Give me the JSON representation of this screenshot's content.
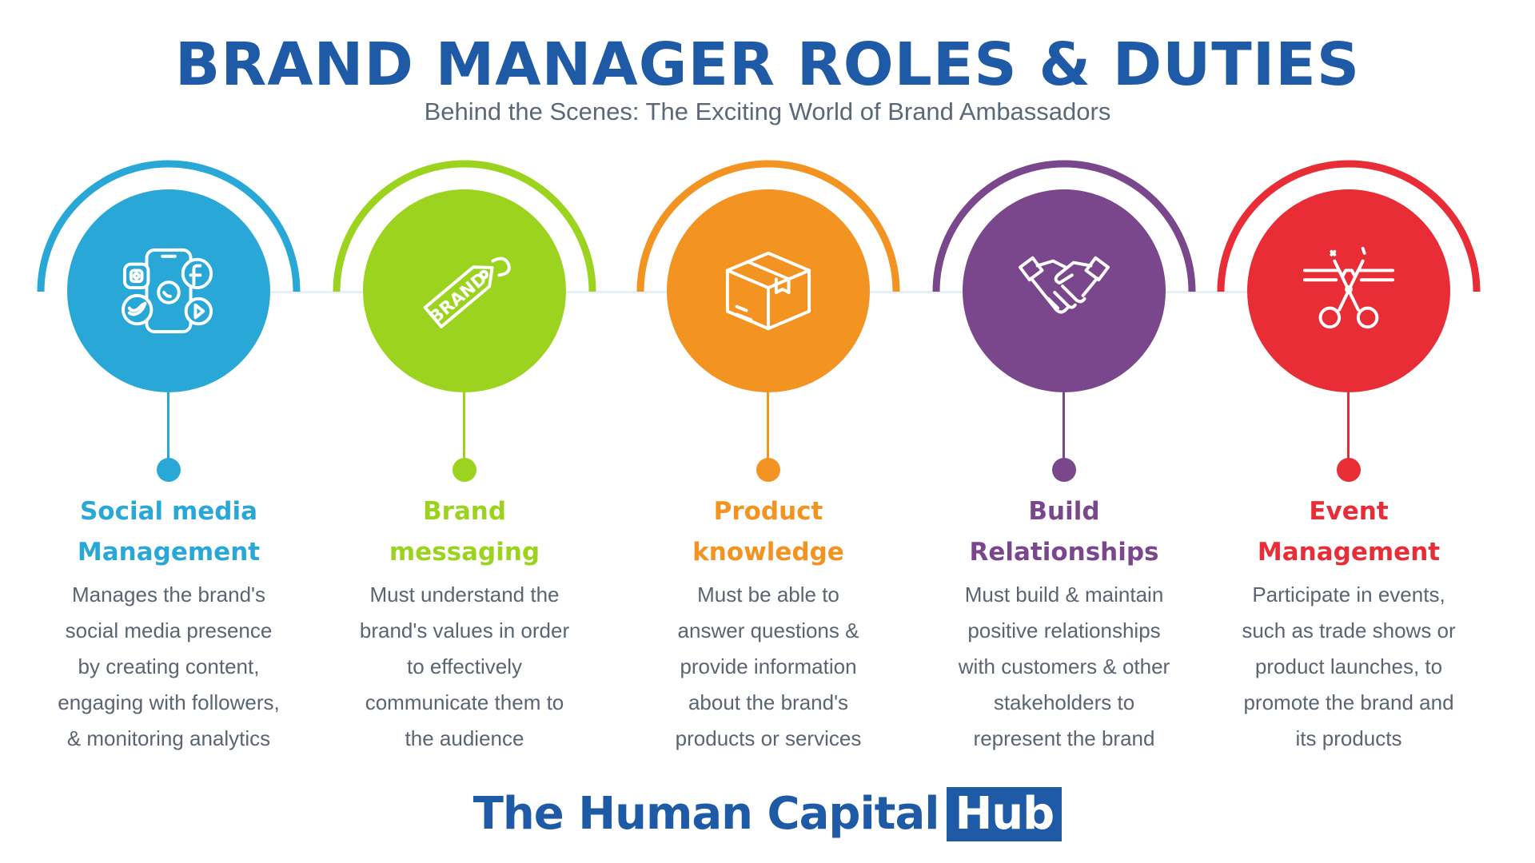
{
  "header": {
    "title": "BRAND MANAGER ROLES & DUTIES",
    "subtitle": "Behind the Scenes: The Exciting World of Brand Ambassadors"
  },
  "colors": {
    "title": "#1f5aa6",
    "subtitle": "#5b6878",
    "body_text": "#5b6470",
    "connector": "#e6eef6"
  },
  "roles": [
    {
      "color": "#29a8d8",
      "icon": "social-media-phone-icon",
      "heading_lines": [
        "Social media",
        "Management"
      ],
      "desc_lines": [
        "Manages the brand's",
        "social media presence",
        "by creating content,",
        "engaging with followers,",
        "& monitoring analytics"
      ]
    },
    {
      "color": "#9bd31f",
      "icon": "brand-tag-icon",
      "icon_text": "BRAND",
      "heading_lines": [
        "Brand",
        "messaging"
      ],
      "desc_lines": [
        "Must understand the",
        "brand's values in order",
        "to effectively",
        "communicate them to",
        "the audience"
      ]
    },
    {
      "color": "#f39321",
      "icon": "box-icon",
      "heading_lines": [
        "Product",
        "knowledge"
      ],
      "desc_lines": [
        "Must be able to",
        "answer questions &",
        "provide information",
        "about the brand's",
        "products or services"
      ]
    },
    {
      "color": "#7a468c",
      "icon": "handshake-icon",
      "heading_lines": [
        "Build",
        "Relationships"
      ],
      "desc_lines": [
        "Must build & maintain",
        "positive relationships",
        "with customers & other",
        "stakeholders to",
        "represent the brand"
      ]
    },
    {
      "color": "#e92d37",
      "icon": "ribbon-cutting-scissors-icon",
      "heading_lines": [
        "Event",
        "Management"
      ],
      "desc_lines": [
        "Participate in events,",
        "such as trade shows or",
        "product launches, to",
        "promote the brand and",
        "its products"
      ]
    }
  ],
  "footer": {
    "brand_text": "The Human Capital",
    "brand_highlight": "Hub"
  }
}
